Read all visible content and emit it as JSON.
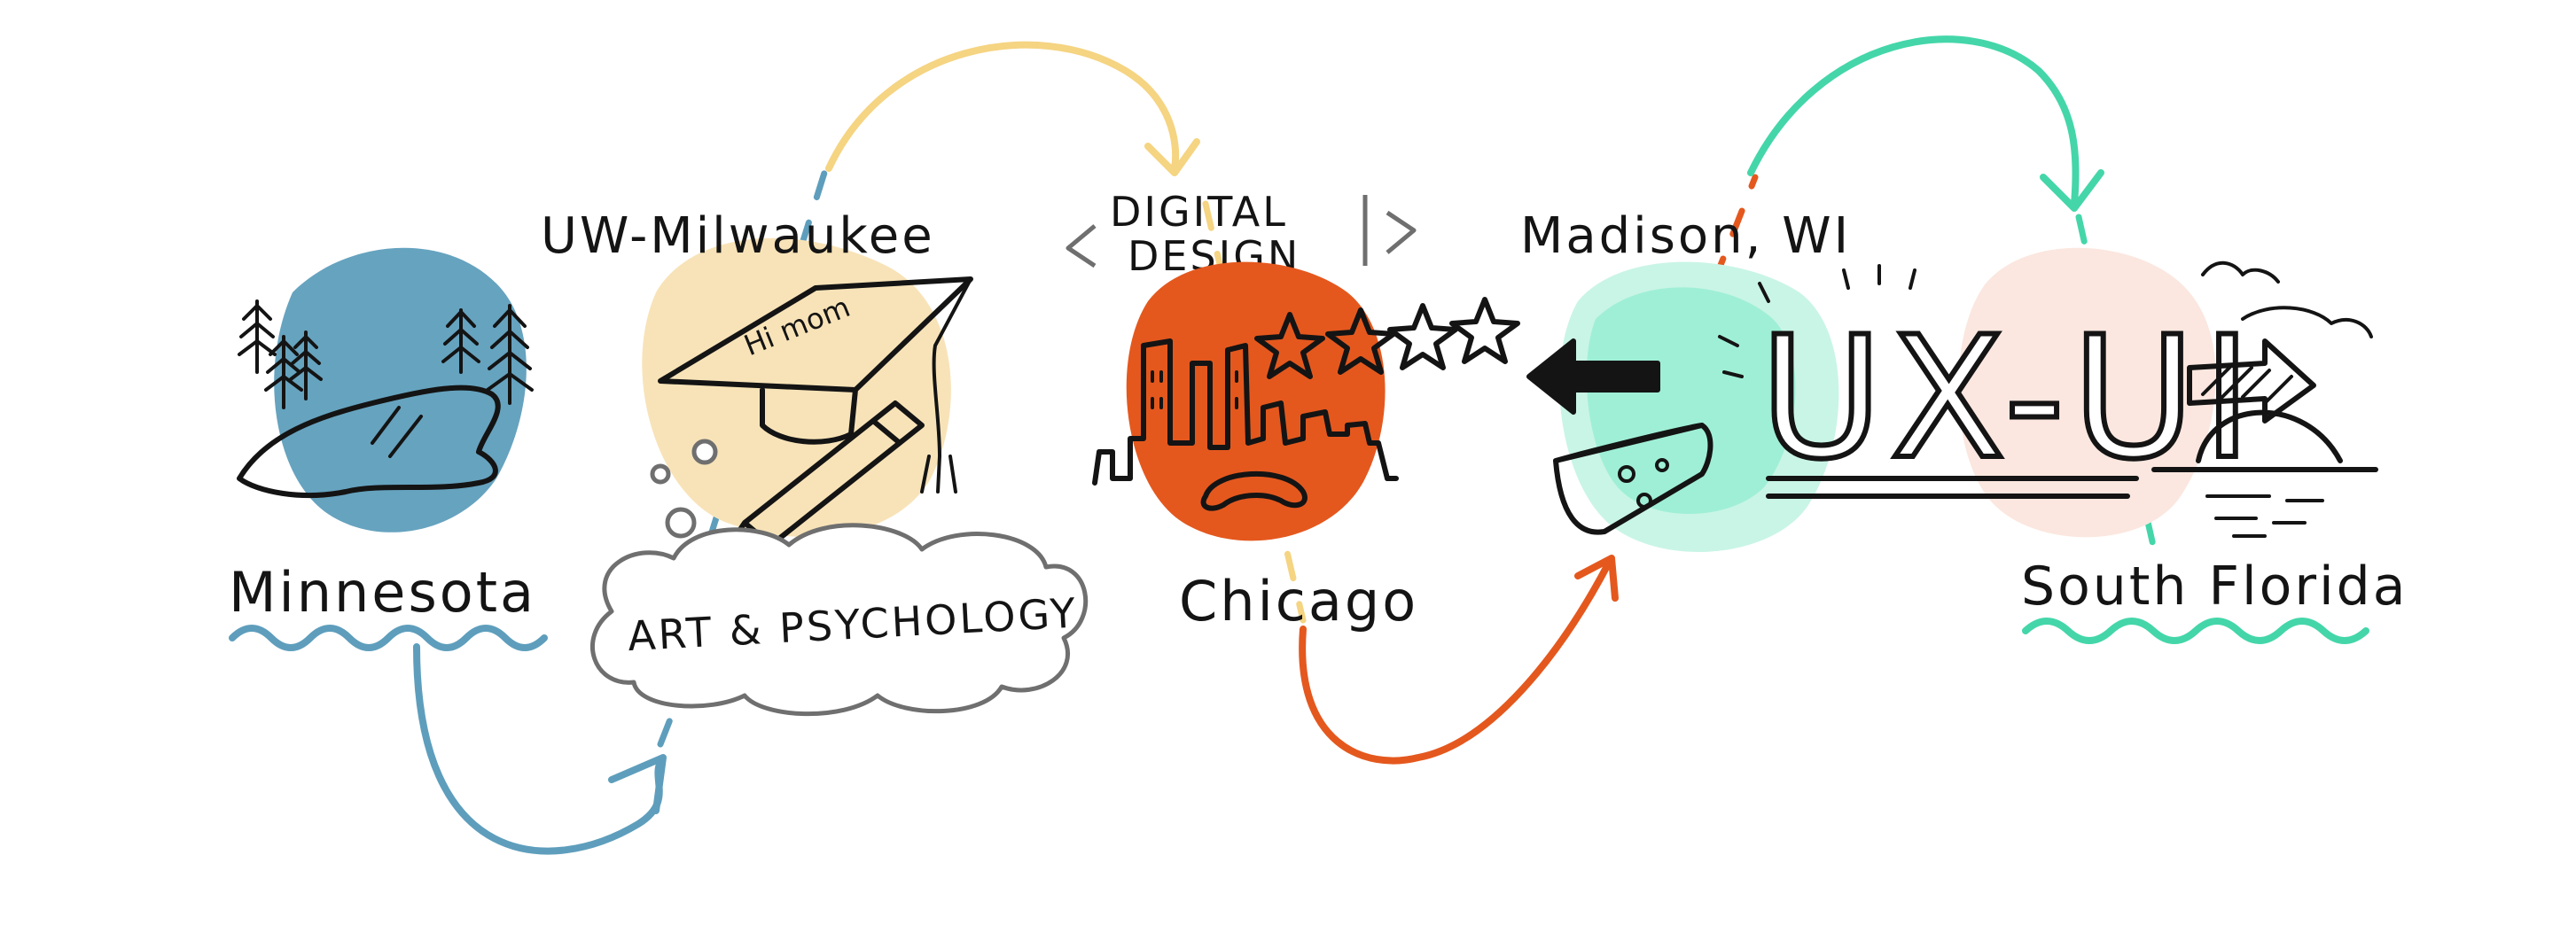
{
  "stops": {
    "minnesota": "Minnesota",
    "uw_milwaukee": "UW-Milwaukee",
    "art_psychology": "ART & PSYCHOLOGY",
    "cap_text": "Hi mom",
    "digital_design_line1": "DIGITAL",
    "digital_design_line2": "DESIGN",
    "chicago": "Chicago",
    "madison": "Madison, WI",
    "ux_ui": "UX-UI",
    "south_florida": "South Florida"
  },
  "colors": {
    "blue": "#5e9ebc",
    "yellow": "#f5d482",
    "yellow_wash": "#f8e3b8",
    "orange": "#e4581e",
    "mint": "#7ceac9",
    "mint_wash": "#c9f5e6",
    "pink_wash": "#fbe7df",
    "teal_route": "#44d6a9",
    "ink": "#141414"
  }
}
